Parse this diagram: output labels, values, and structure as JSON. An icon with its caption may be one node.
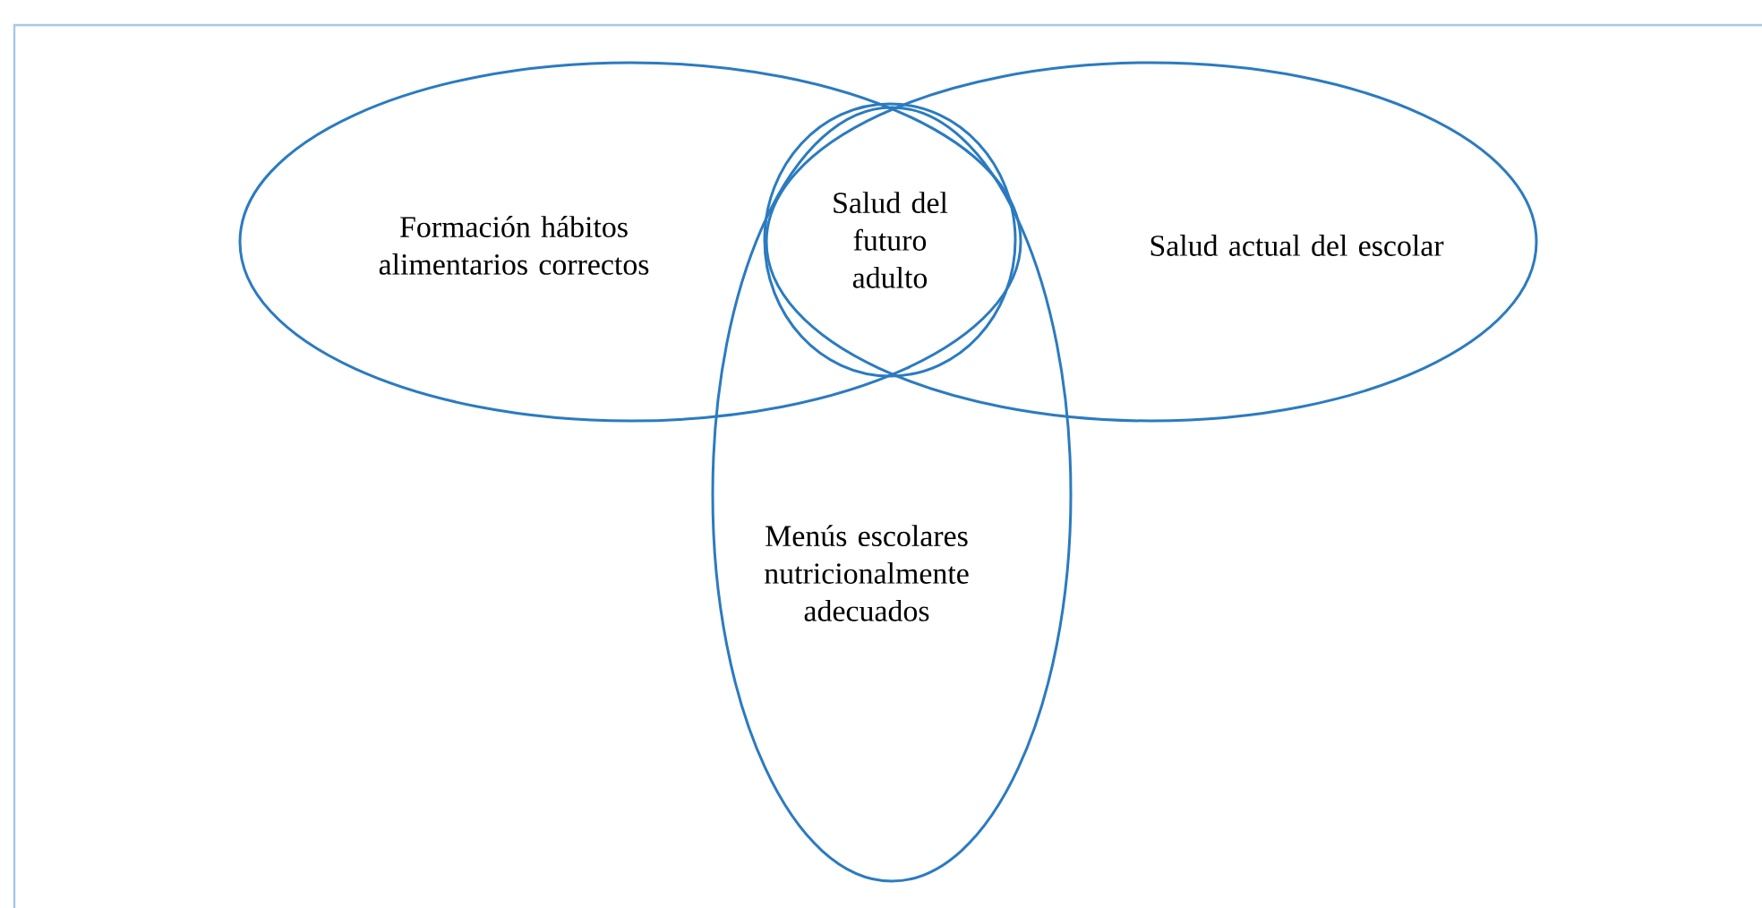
{
  "diagram": {
    "nodes": [
      {
        "text": [
          "Formación hábitos alimentarios correctos"
        ]
      },
      {
        "text": [
          "Salud del futuro adulto"
        ]
      },
      {
        "text": [
          "Salud actual del escolar"
        ]
      },
      {
        "text": [
          "Menús escolares nutricionalmente adecuados"
        ]
      }
    ]
  }
}
